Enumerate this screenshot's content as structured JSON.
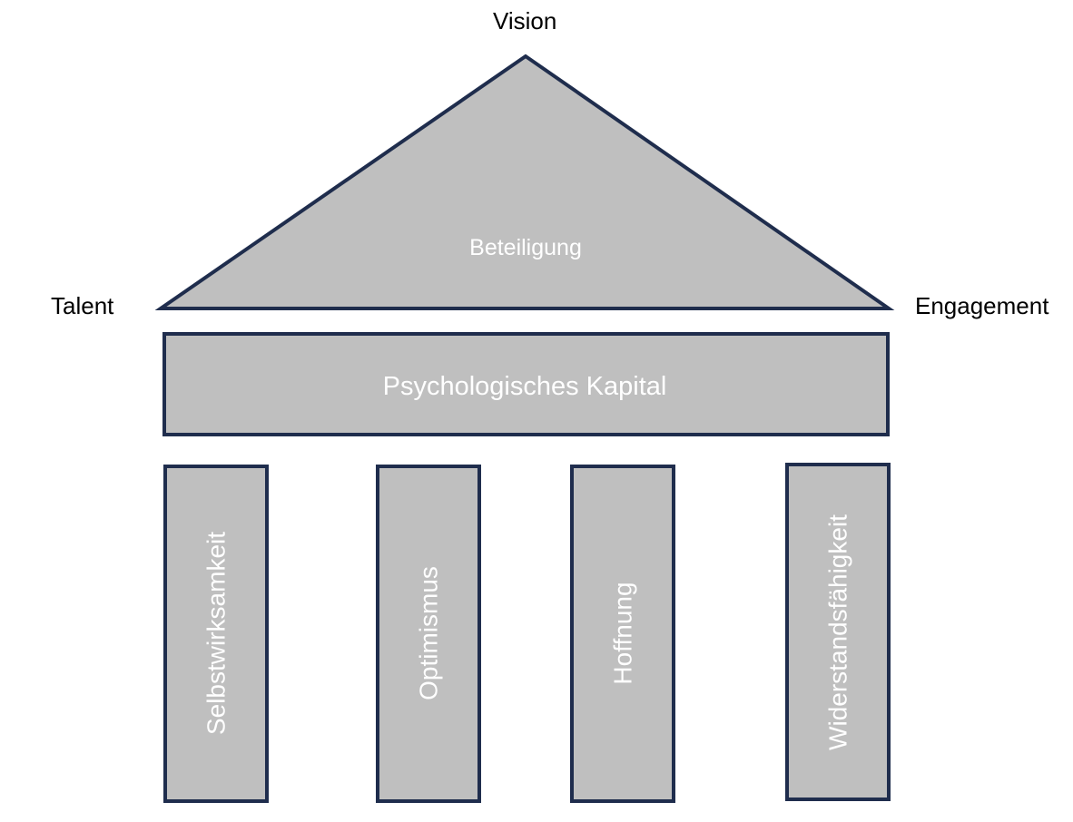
{
  "diagram": {
    "title_top": "Vision",
    "left_label": "Talent",
    "right_label": "Engagement",
    "roof": {
      "label": "Beteiligung"
    },
    "beam": {
      "label": "Psychologisches Kapital"
    },
    "pillars": [
      {
        "label": "Selbstwirksamkeit"
      },
      {
        "label": "Optimismus"
      },
      {
        "label": "Hoffnung"
      },
      {
        "label": "Widerstandsfähigkeit"
      }
    ],
    "colors": {
      "fill": "#bfbfbf",
      "stroke": "#1f2d4d",
      "inner_text": "#ffffff",
      "outer_text": "#000000"
    }
  }
}
